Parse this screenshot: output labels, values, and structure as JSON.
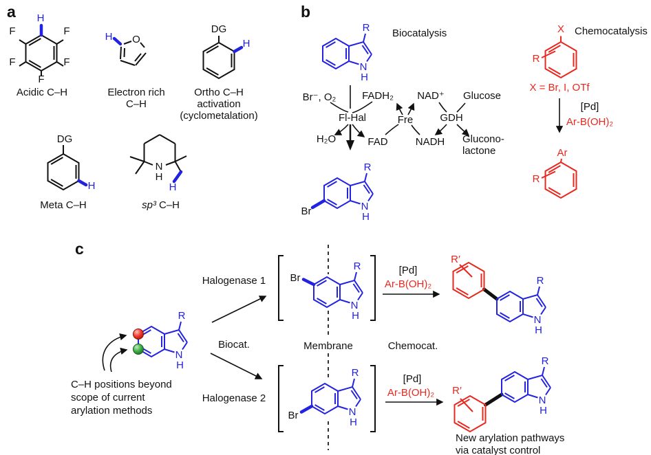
{
  "figure": {
    "panel_labels": {
      "a": "a",
      "b": "b",
      "c": "c"
    }
  },
  "colors": {
    "structure_blue": "#2222e0",
    "structure_red": "#e8281e",
    "structure_black": "#111111",
    "sphere_red": "#ee3b2e",
    "sphere_green": "#3fae49"
  },
  "atoms": {
    "R": "R",
    "R_prime": "R′",
    "H": "H",
    "N": "N",
    "O": "O",
    "F": "F",
    "Br": "Br",
    "X": "X",
    "DG": "DG",
    "Ar": "Ar"
  },
  "panel_a": {
    "caption_acidic": "Acidic C–H",
    "caption_electron_rich_line1": "Electron rich",
    "caption_electron_rich_line2": "C–H",
    "caption_ortho_line1": "Ortho C–H",
    "caption_ortho_line2": "activation",
    "caption_ortho_line3": "(cyclometalation)",
    "caption_meta": "Meta C–H",
    "caption_sp3_prefix": "sp³",
    "caption_sp3_suffix": "C–H"
  },
  "panel_b": {
    "title_bio": "Biocatalysis",
    "title_chemo": "Chemocatalysis",
    "cycle": {
      "substrates": "Br⁻, O₂",
      "fadh2": "FADH₂",
      "nad_plus": "NAD⁺",
      "glucose": "Glucose",
      "halogenase": "Fl-Hal",
      "reductase": "Fre",
      "dehydrogenase": "GDH",
      "water": "H₂O",
      "fad": "FAD",
      "nadh": "NADH",
      "gluconolactone_line1": "Glucono-",
      "gluconolactone_line2": "lactone"
    },
    "x_definition": "X = Br, I, OTf"
  },
  "reagents": {
    "pd": "[Pd]",
    "boronic_acid": "Ar-B(OH)₂"
  },
  "panel_c": {
    "halogenase_1": "Halogenase 1",
    "halogenase_2": "Halogenase 2",
    "biocat": "Biocat.",
    "chemocat": "Chemocat.",
    "membrane": "Membrane",
    "caption_line1": "C–H positions beyond",
    "caption_line2": "scope of current",
    "caption_line3": "arylation methods",
    "result_line1": "New arylation pathways",
    "result_line2": "via catalyst control"
  }
}
